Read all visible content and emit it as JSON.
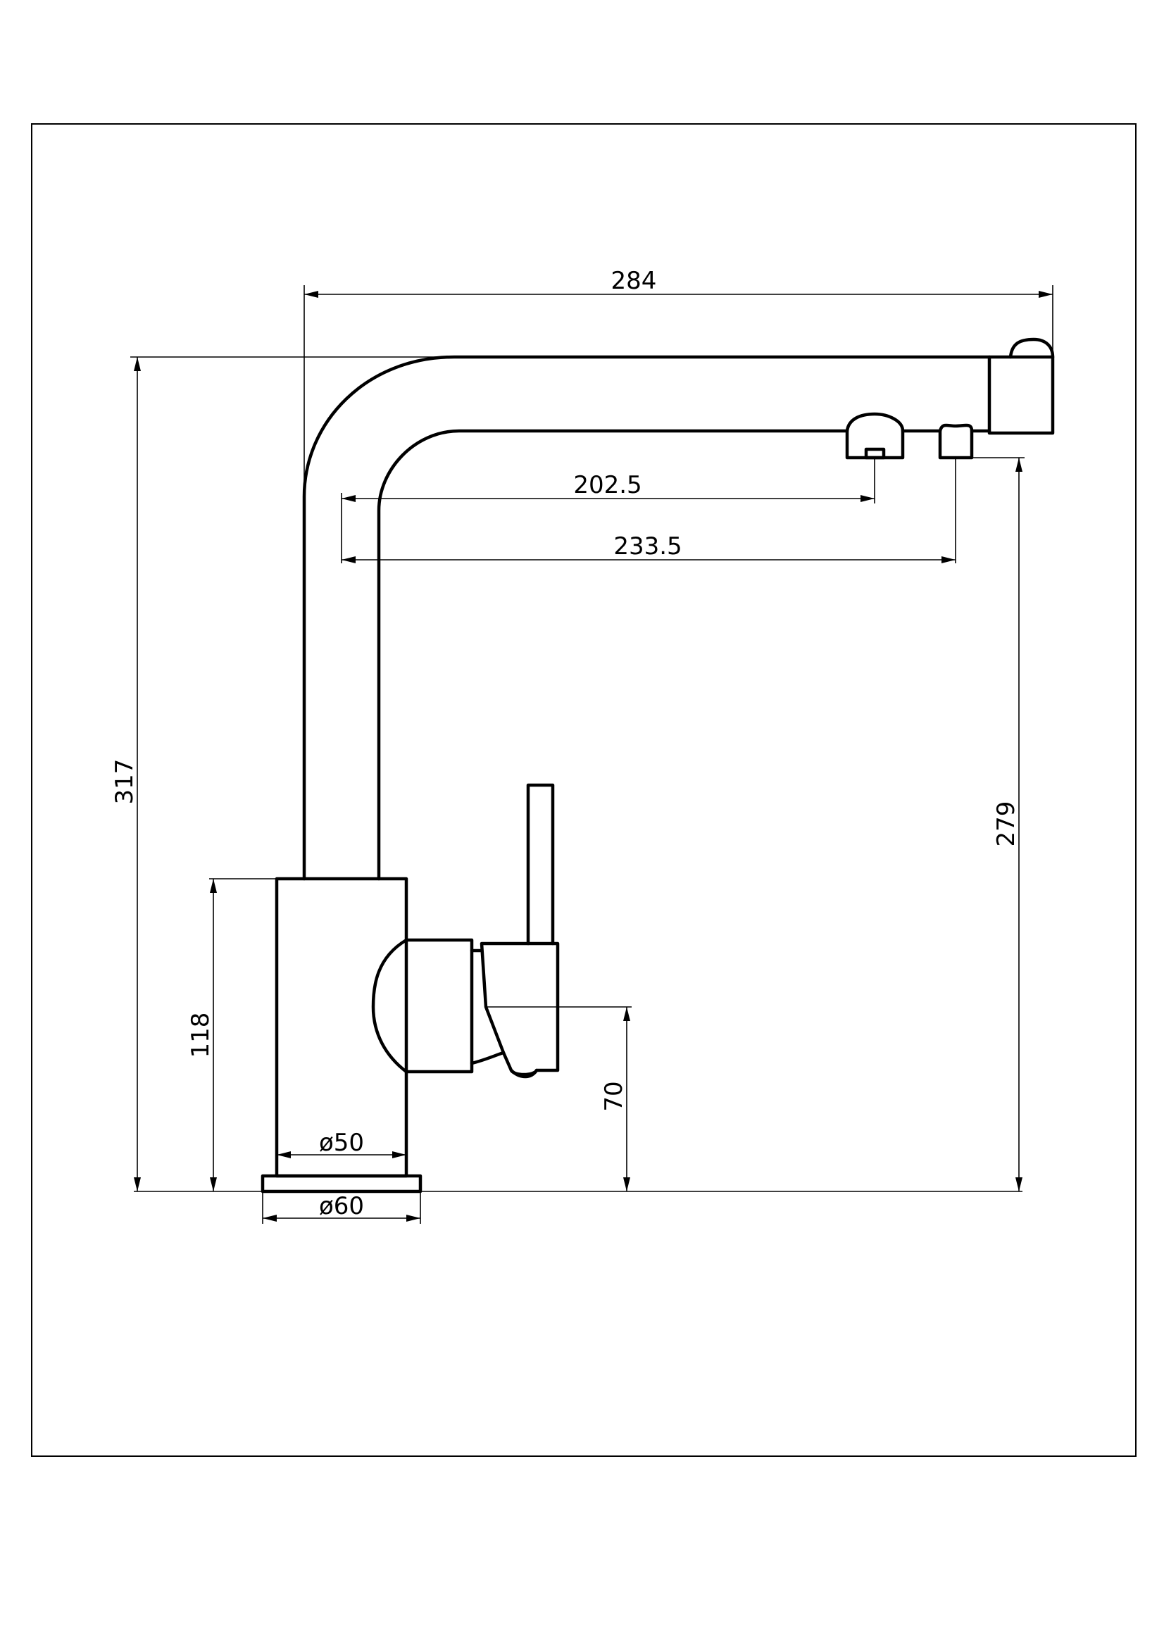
{
  "dimensions": {
    "overall_length": "284",
    "overall_height": "317",
    "outlet_reach_1": "202.5",
    "outlet_reach_2": "233.5",
    "outlet_height": "279",
    "body_height": "118",
    "handle_height": "70",
    "body_diameter": "ø50",
    "base_diameter": "ø60"
  },
  "colors": {
    "line": "#000000",
    "background": "#ffffff"
  }
}
